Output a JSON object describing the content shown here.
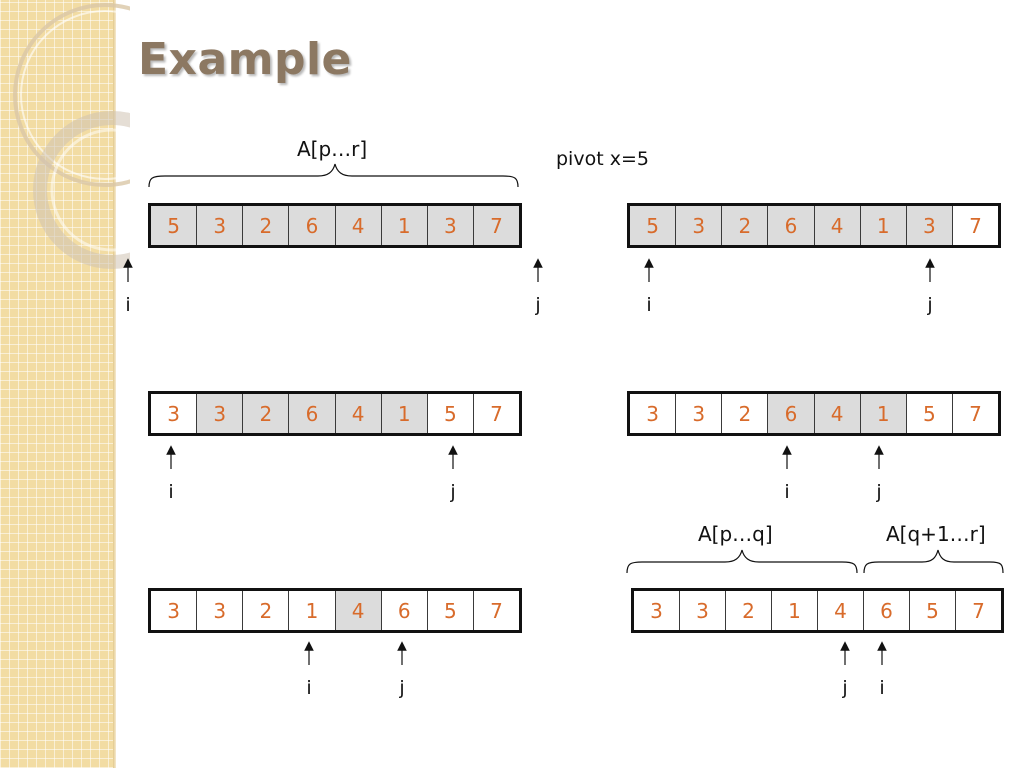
{
  "title": "Example",
  "pivot_label": "pivot x=5",
  "brace_labels": [
    "A[p…r]",
    "A[p…q]",
    "A[q+1…r]"
  ],
  "arrays": [
    {
      "values": [
        "5",
        "3",
        "2",
        "6",
        "4",
        "1",
        "3",
        "7"
      ],
      "shaded": [
        0,
        1,
        2,
        3,
        4,
        5,
        6,
        7
      ],
      "pointers": [
        "i",
        "j"
      ]
    },
    {
      "values": [
        "5",
        "3",
        "2",
        "6",
        "4",
        "1",
        "3",
        "7"
      ],
      "shaded": [
        0,
        1,
        2,
        3,
        4,
        5,
        6
      ],
      "pointers": [
        "i",
        "j"
      ]
    },
    {
      "values": [
        "3",
        "3",
        "2",
        "6",
        "4",
        "1",
        "5",
        "7"
      ],
      "shaded": [
        1,
        2,
        3,
        4,
        5
      ],
      "pointers": [
        "i",
        "j"
      ]
    },
    {
      "values": [
        "3",
        "3",
        "2",
        "6",
        "4",
        "1",
        "5",
        "7"
      ],
      "shaded": [
        3,
        4,
        5
      ],
      "pointers": [
        "i",
        "j"
      ]
    },
    {
      "values": [
        "3",
        "3",
        "2",
        "1",
        "4",
        "6",
        "5",
        "7"
      ],
      "shaded": [
        4
      ],
      "pointers": [
        "i",
        "j"
      ]
    },
    {
      "values": [
        "3",
        "3",
        "2",
        "1",
        "4",
        "6",
        "5",
        "7"
      ],
      "shaded": [],
      "pointers": [
        "j",
        "i"
      ]
    }
  ]
}
